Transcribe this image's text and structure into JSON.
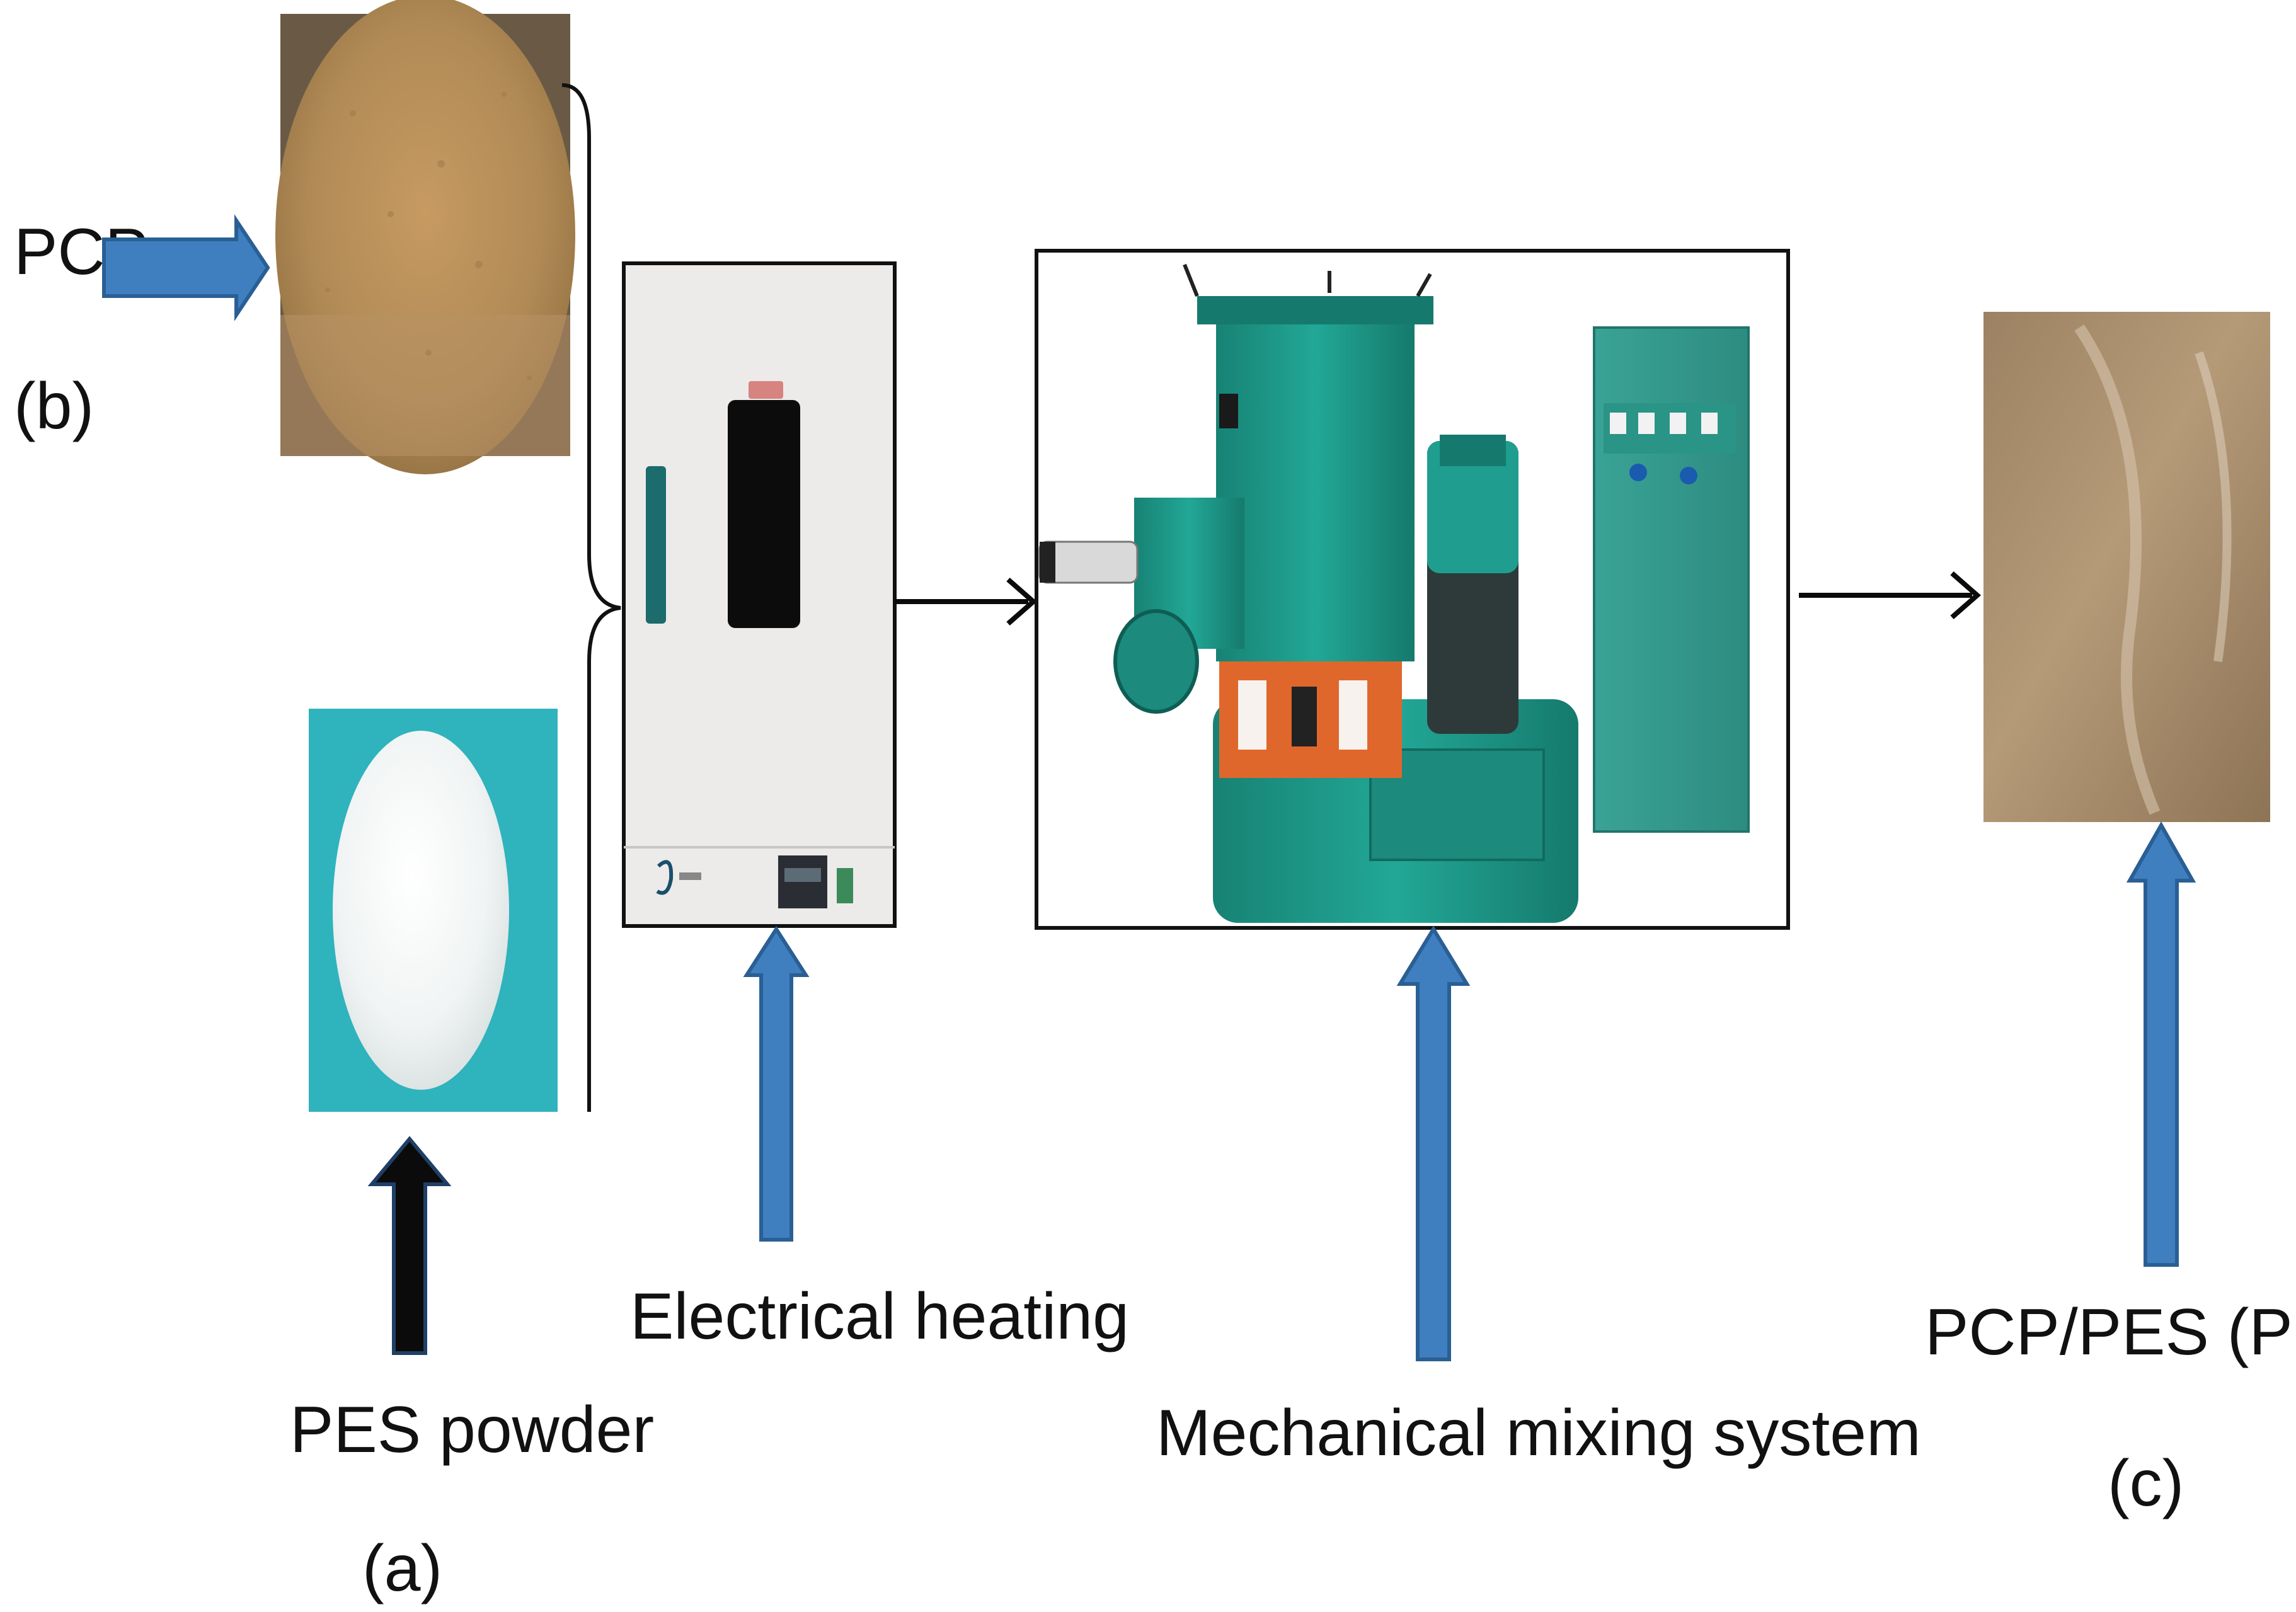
{
  "labels": {
    "pcp": "PCP",
    "pcp_tag": "(b)",
    "pes_powder": "PES powder",
    "pes_tag": "(a)",
    "electrical_heating": "Electrical heating",
    "mechanical_mixing": "Mechanical mixing system",
    "product": "PCP/PES (PCPC)",
    "product_tag": "(c)"
  },
  "colors": {
    "blue_arrow": "#3f7fc0",
    "blue_arrow_edge": "#2a5f94",
    "black_arrow": "#0b0b0b",
    "pcp_powder": "#b08a55",
    "pes_background": "#2fb3bd",
    "pes_powder": "#f4f6f6",
    "oven_body": "#ecebe9",
    "mixer_green": "#1f9e8f",
    "mixer_orange": "#e0672b",
    "cabinet": "#3aa396",
    "product_bag": "#a88e6e"
  }
}
